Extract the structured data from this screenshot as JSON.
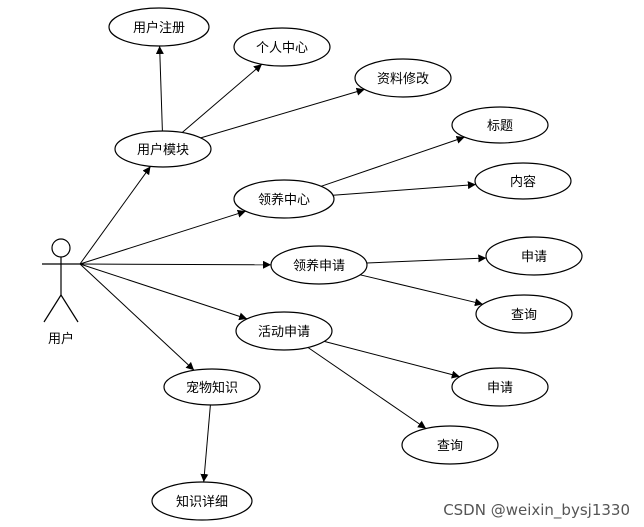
{
  "actor": {
    "id": "user",
    "label": "用户"
  },
  "nodes": [
    {
      "id": "reg",
      "label": "用户注册"
    },
    {
      "id": "center",
      "label": "个人中心"
    },
    {
      "id": "edit",
      "label": "资料修改"
    },
    {
      "id": "usermod",
      "label": "用户模块"
    },
    {
      "id": "title",
      "label": "标题"
    },
    {
      "id": "adoptc",
      "label": "领养中心"
    },
    {
      "id": "content",
      "label": "内容"
    },
    {
      "id": "adopta",
      "label": "领养申请"
    },
    {
      "id": "apply1",
      "label": "申请"
    },
    {
      "id": "query1",
      "label": "查询"
    },
    {
      "id": "activity",
      "label": "活动申请"
    },
    {
      "id": "apply2",
      "label": "申请"
    },
    {
      "id": "query2",
      "label": "查询"
    },
    {
      "id": "petk",
      "label": "宠物知识"
    },
    {
      "id": "kdetail",
      "label": "知识详细"
    }
  ],
  "edges": [
    {
      "from": "user",
      "to": "usermod"
    },
    {
      "from": "user",
      "to": "adoptc"
    },
    {
      "from": "user",
      "to": "adopta"
    },
    {
      "from": "user",
      "to": "activity"
    },
    {
      "from": "user",
      "to": "petk"
    },
    {
      "from": "usermod",
      "to": "reg"
    },
    {
      "from": "usermod",
      "to": "center"
    },
    {
      "from": "usermod",
      "to": "edit"
    },
    {
      "from": "adoptc",
      "to": "title"
    },
    {
      "from": "adoptc",
      "to": "content"
    },
    {
      "from": "adopta",
      "to": "apply1"
    },
    {
      "from": "adopta",
      "to": "query1"
    },
    {
      "from": "activity",
      "to": "apply2"
    },
    {
      "from": "activity",
      "to": "query2"
    },
    {
      "from": "petk",
      "to": "kdetail"
    }
  ],
  "watermark": "CSDN @weixin_bysj1330"
}
